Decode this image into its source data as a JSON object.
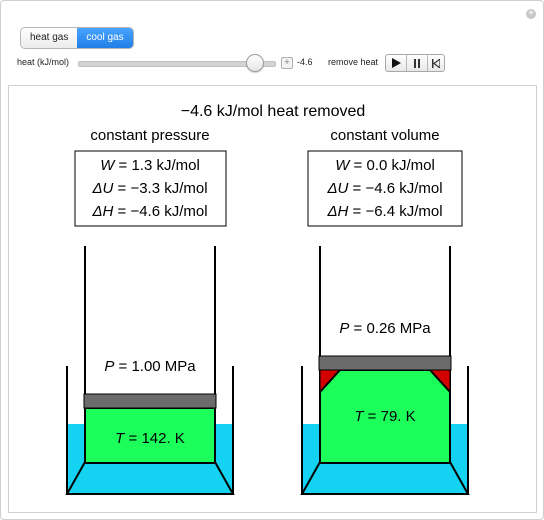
{
  "controls": {
    "tabs": [
      {
        "label": "heat gas",
        "active": false
      },
      {
        "label": "cool gas",
        "active": true
      }
    ],
    "slider": {
      "label": "heat (kJ/mol)",
      "value_text": "-4.6",
      "fraction": 0.9
    },
    "animator": {
      "label": "remove heat",
      "buttons": [
        "play-icon",
        "pause-icon",
        "step-back-icon"
      ]
    }
  },
  "panel": {
    "headline": "−4.6 kJ/mol heat removed",
    "left": {
      "title": "constant pressure",
      "w_label": "W",
      "w_value": " = 1.3 kJ/mol",
      "du_label": "ΔU",
      "du_value": " = −3.3 kJ/mol",
      "dh_label": "ΔH",
      "dh_value": " = −4.6 kJ/mol",
      "pressure_label": "P",
      "pressure_value": " = 1.00 MPa",
      "temp_label": "T",
      "temp_value": " = 142. K"
    },
    "right": {
      "title": "constant volume",
      "w_label": "W",
      "w_value": " = 0.0 kJ/mol",
      "du_label": "ΔU",
      "du_value": " = −4.6 kJ/mol",
      "dh_label": "ΔH",
      "dh_value": " = −6.4 kJ/mol",
      "pressure_label": "P",
      "pressure_value": " = 0.26 MPa",
      "temp_label": "T",
      "temp_value": " = 79. K"
    }
  },
  "colors": {
    "gas": "#1cff5a",
    "water": "#14d2f2",
    "piston": "#6b6b6b",
    "gap": "#d20000",
    "active_tab": "#2d8cf0"
  }
}
